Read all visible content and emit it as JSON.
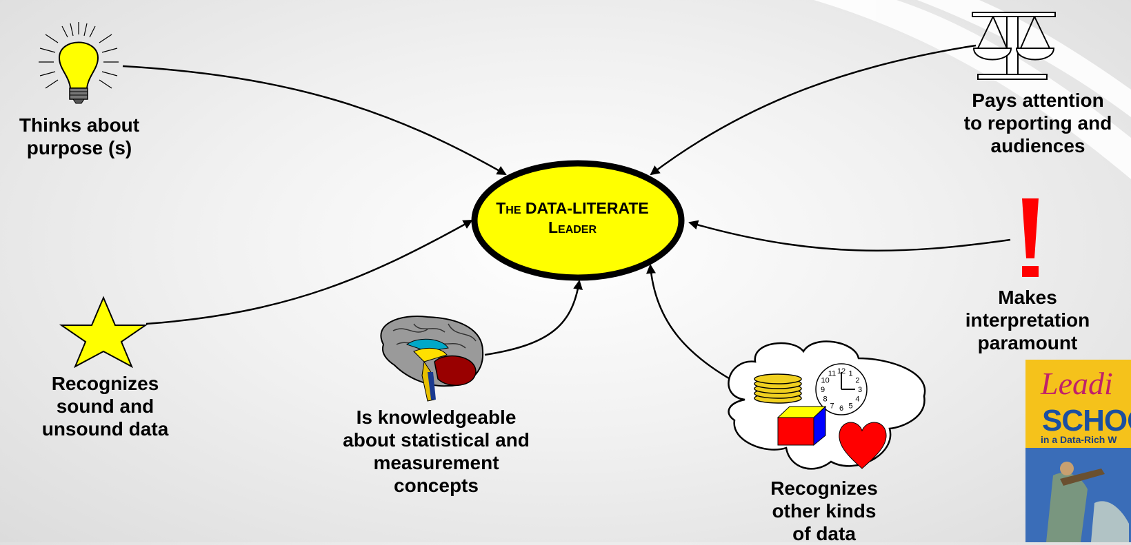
{
  "center": {
    "title": "The DATA-LITERATE\nLeader"
  },
  "nodes": {
    "purpose": {
      "label": "Thinks about\npurpose (s)",
      "icon": "lightbulb-icon"
    },
    "reporting": {
      "label": "Pays attention\nto reporting and\naudiences",
      "icon": "balance-scale-icon"
    },
    "interpretation": {
      "label": "Makes\ninterpretation\nparamount",
      "icon": "exclamation-icon"
    },
    "sound_data": {
      "label": "Recognizes\nsound and\nunsound data",
      "icon": "star-icon"
    },
    "statistical": {
      "label": "Is knowledgeable\nabout statistical and\nmeasurement\nconcepts",
      "icon": "brain-icon"
    },
    "other_data": {
      "label": "Recognizes\nother kinds\nof data",
      "icon": "thought-cloud-icon"
    }
  },
  "clock_numbers": [
    "12",
    "1",
    "2",
    "3",
    "4",
    "5",
    "6",
    "7",
    "8",
    "9",
    "10",
    "11"
  ],
  "book": {
    "title_line1": "Leadi",
    "title_line2": "SCHOO",
    "subtitle": "in a Data-Rich W"
  },
  "colors": {
    "ellipse_fill": "#ffff00",
    "star_fill": "#ffff00",
    "bulb_fill": "#ffff00",
    "exclamation": "#ff0000",
    "heart": "#ff0000",
    "coin": "#f0d020"
  }
}
